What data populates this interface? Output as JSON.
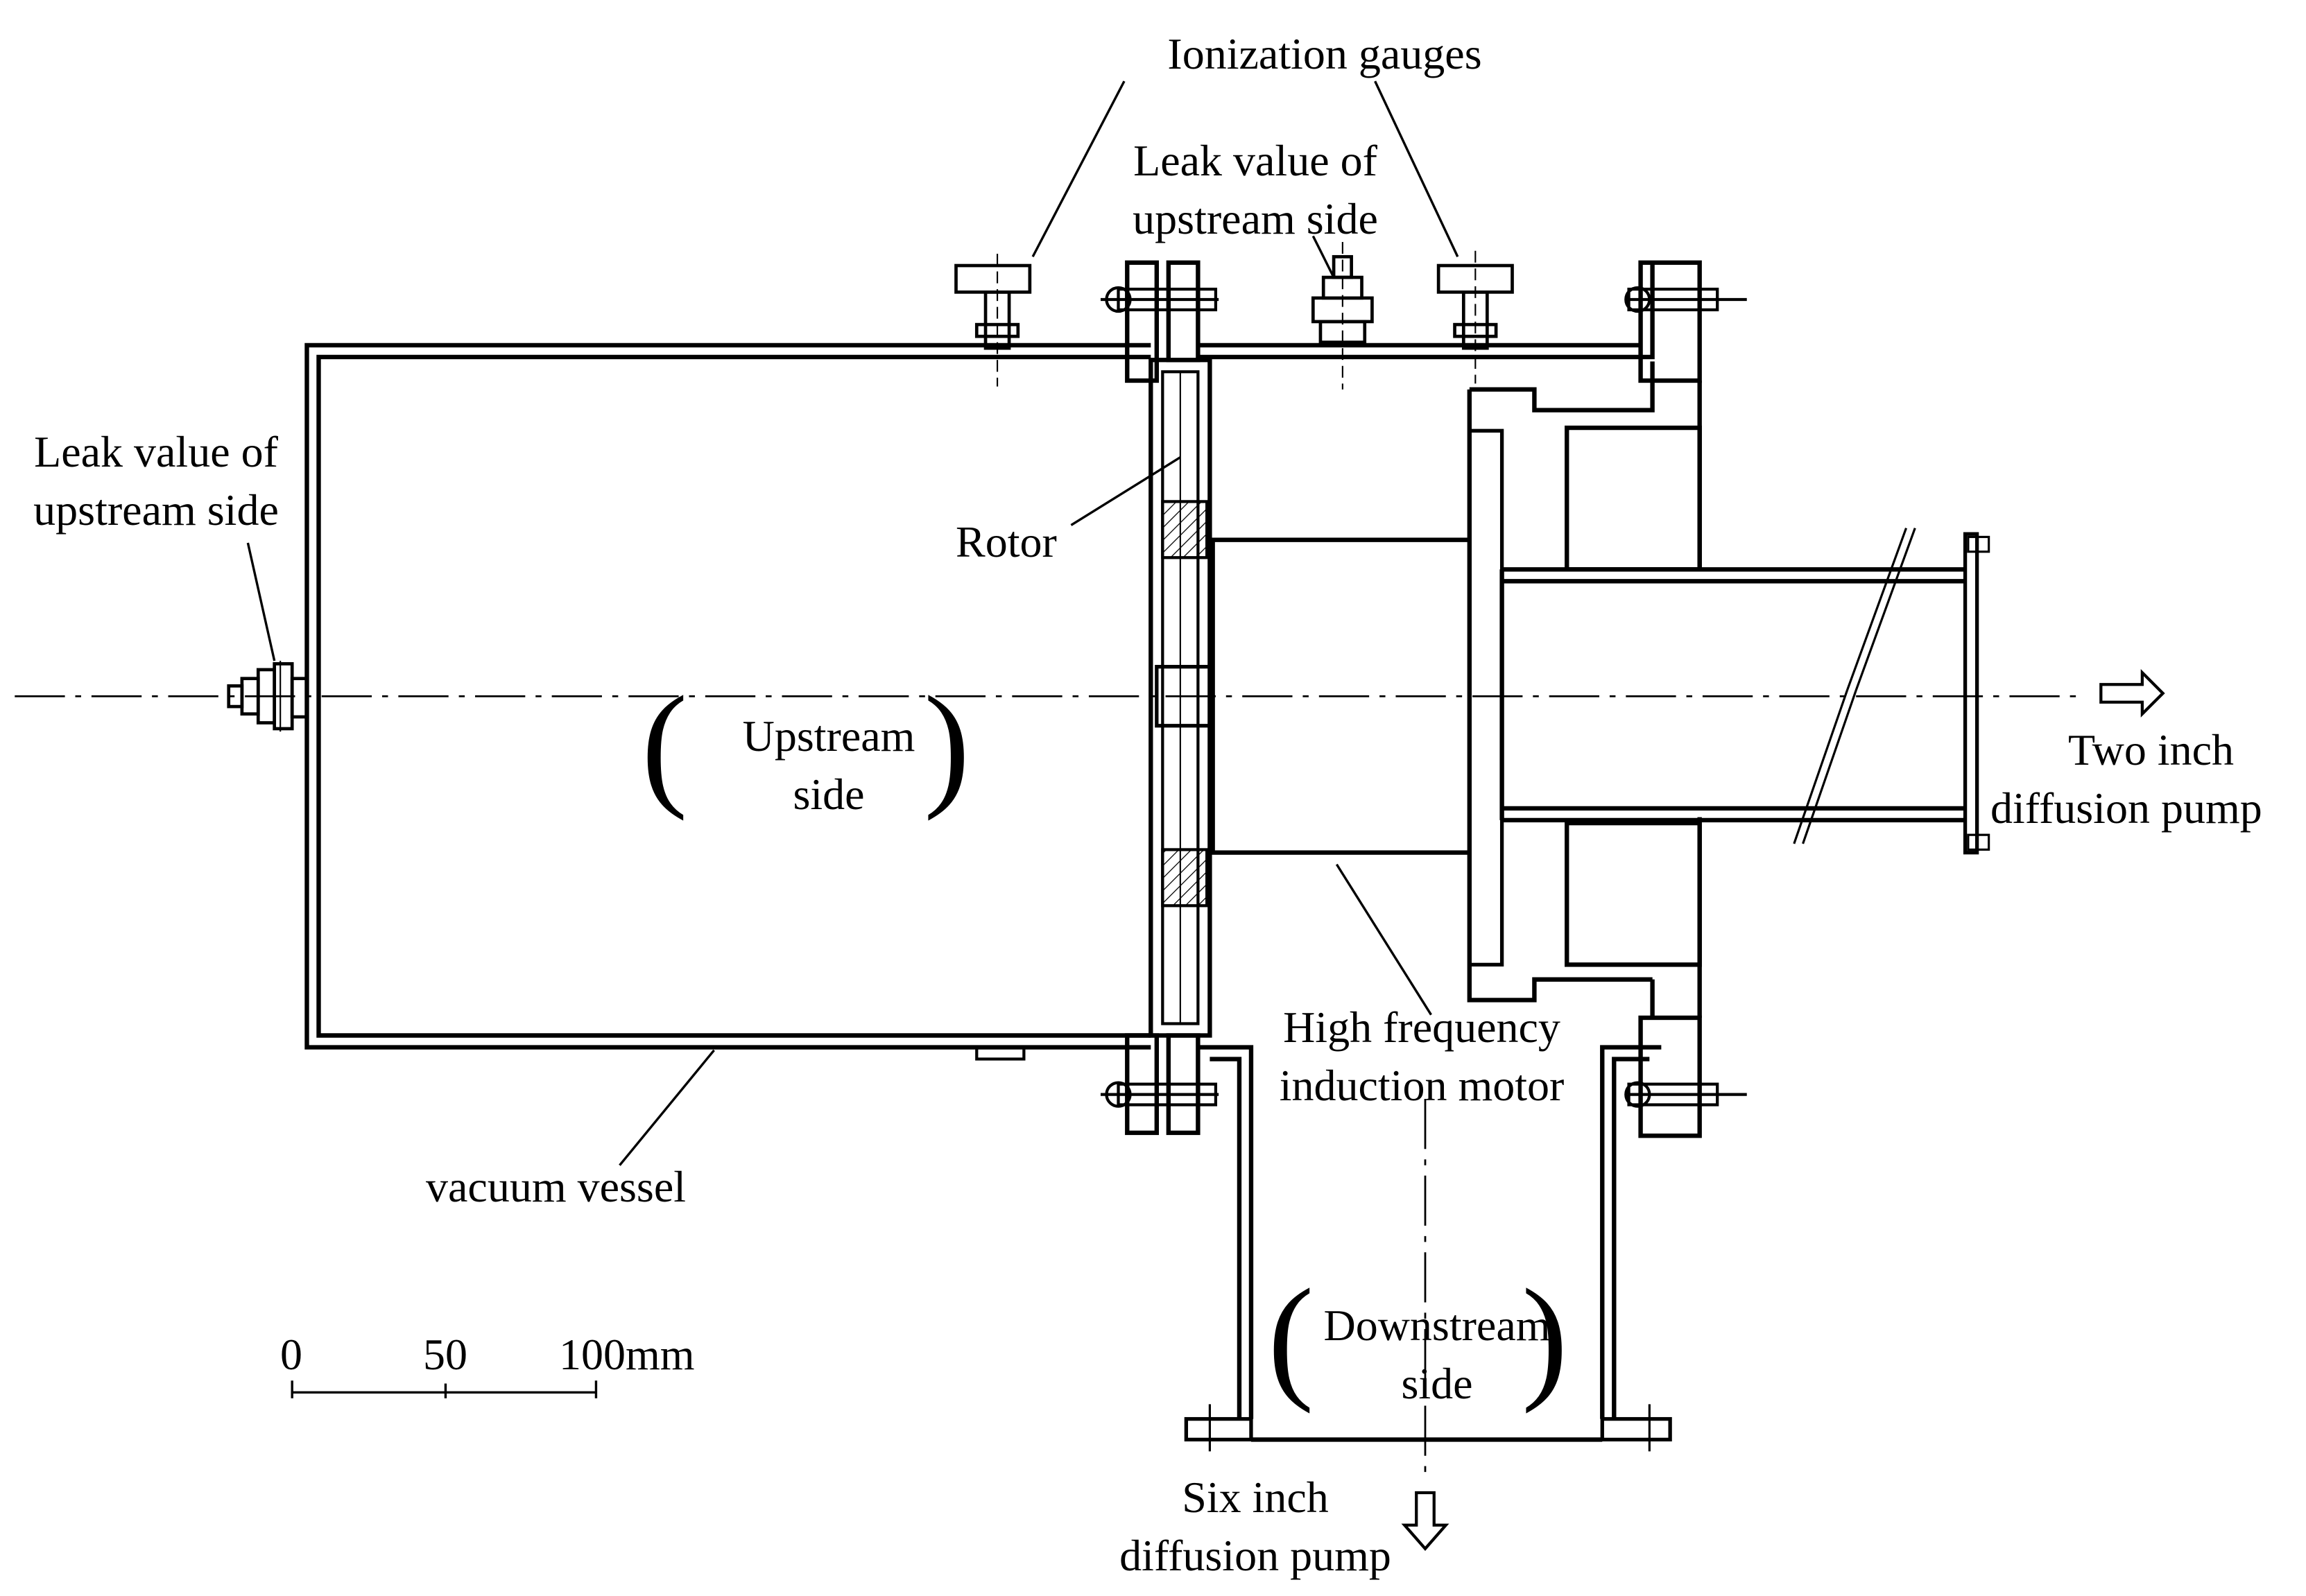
{
  "labels": {
    "ionization_gauges": "Ionization gauges",
    "leak_top_line1": "Leak value of",
    "leak_top_line2": "upstream side",
    "leak_left_line1": "Leak value of",
    "leak_left_line2": "upstream side",
    "rotor": "Rotor",
    "upstream_line1": "Upstream",
    "upstream_line2": "side",
    "downstream_line1": "Downstream",
    "downstream_line2": "side",
    "hf_motor_line1": "High frequency",
    "hf_motor_line2": "induction motor",
    "vacuum_vessel": "vacuum vessel",
    "two_inch_line1": "Two inch",
    "two_inch_line2": "diffusion pump",
    "six_inch_line1": "Six inch",
    "six_inch_line2": "diffusion pump"
  },
  "scale_bar": {
    "tick_0": "0",
    "tick_50": "50",
    "tick_100": "100mm"
  },
  "colors": {
    "ink": "#000000",
    "background": "#ffffff"
  }
}
